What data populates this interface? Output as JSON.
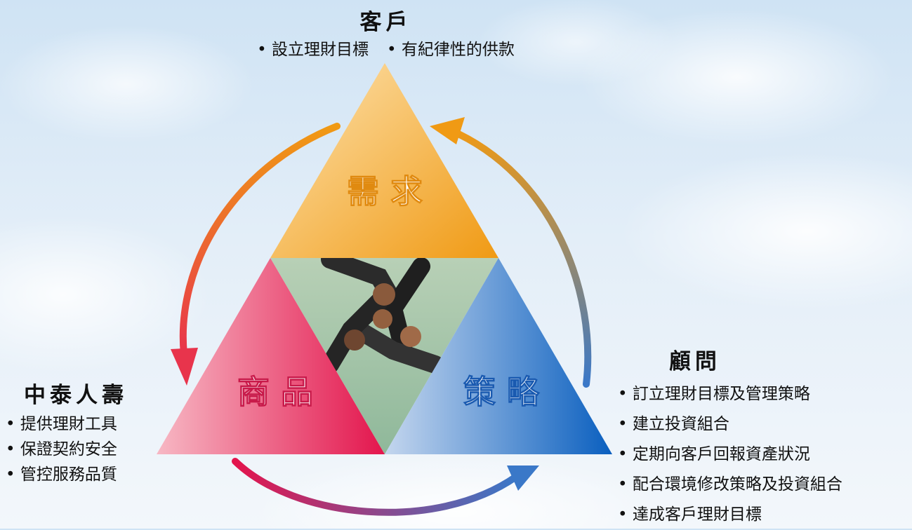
{
  "customer": {
    "title": "客戶",
    "items": [
      "設立理財目標",
      "有紀律性的供款"
    ]
  },
  "company": {
    "title": "中泰人壽",
    "items": [
      "提供理財工具",
      "保證契約安全",
      "管控服務品質"
    ]
  },
  "advisor": {
    "title": "顧問",
    "items": [
      "訂立理財目標及管理策略",
      "建立投資組合",
      "定期向客戶回報資產狀況",
      "配合環境修改策略及投資組合",
      "達成客戶理財目標"
    ]
  },
  "triangles": {
    "needs": "需 求",
    "products": "商 品",
    "strategy": "策 略"
  },
  "colors": {
    "needs": "#f0a020",
    "products": "#e0245a",
    "strategy": "#1a66c0"
  }
}
